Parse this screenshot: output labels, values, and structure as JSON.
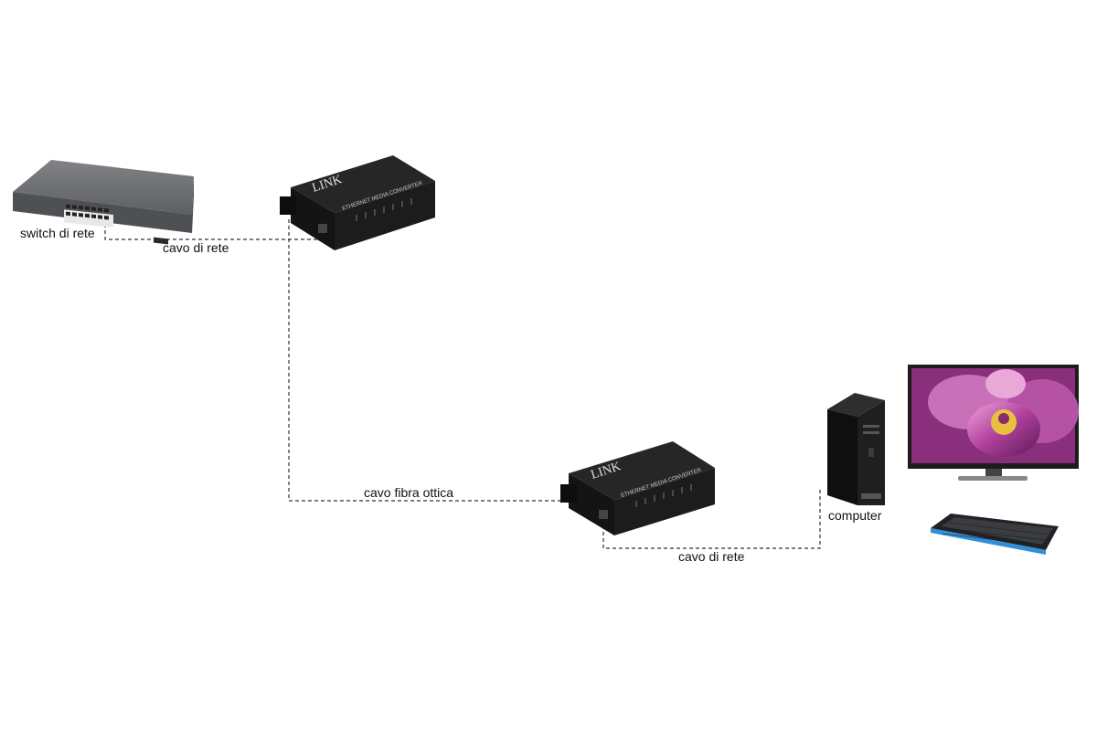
{
  "labels": {
    "switch": "switch di rete",
    "cable_top": "cavo di rete",
    "fiber": "cavo fibra ottica",
    "computer": "computer",
    "cable_bottom": "cavo di rete"
  },
  "devices": {
    "switch_icon": "network-switch-icon",
    "converter_icon": "media-converter-icon",
    "computer_icon": "pc-tower-icon",
    "monitor_icon": "monitor-icon",
    "keyboard_icon": "keyboard-icon"
  },
  "converter_brand": "LINK",
  "converter_caption": "ETHERNET MEDIA CONVERTER",
  "colors": {
    "switch_body": "#6b6d70",
    "converter_body": "#1a1a1a",
    "monitor_bezel": "#1c1c1c",
    "keyboard_accent": "#2f8fd8",
    "connector_line": "#333333"
  }
}
